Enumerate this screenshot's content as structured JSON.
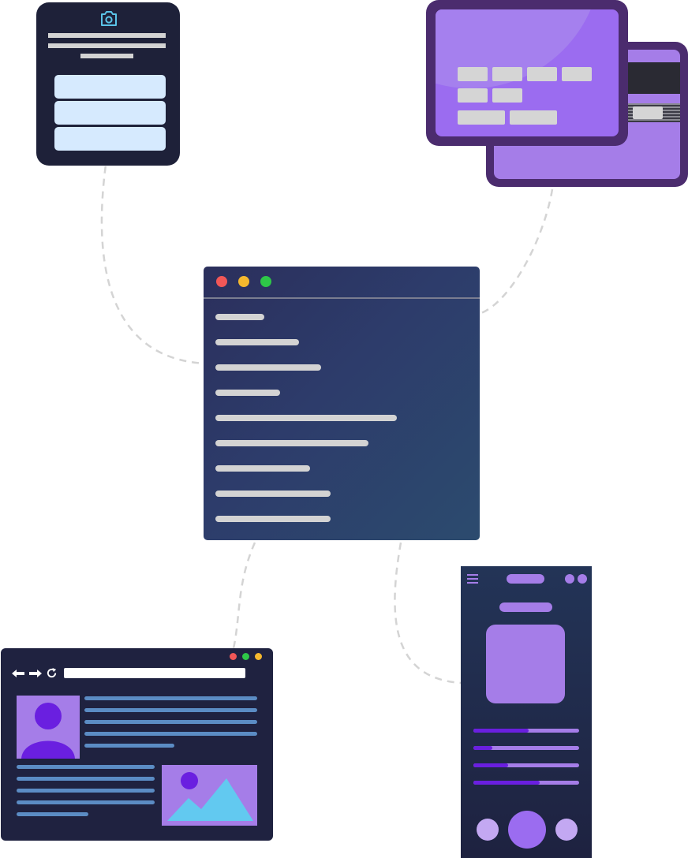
{
  "browser": {
    "nav_icons": [
      "back-arrow-icon",
      "forward-arrow-icon",
      "refresh-icon"
    ]
  },
  "phone": {
    "progress": [
      0.52,
      0.18,
      0.33,
      0.63
    ]
  },
  "colors": {
    "dark_panel": "#1e2139",
    "purple": "#a57de8",
    "deep_purple": "#6a1fe0",
    "card_border": "#4b2c6e",
    "input_blue": "#d6eafe",
    "camera_accent": "#5bc4e8",
    "dot_red": "#f25757",
    "dot_yellow": "#f5b82e",
    "dot_green": "#2ec748",
    "mountain_blue": "#62c9f0",
    "text_line_blue": "#5b8cc4"
  }
}
